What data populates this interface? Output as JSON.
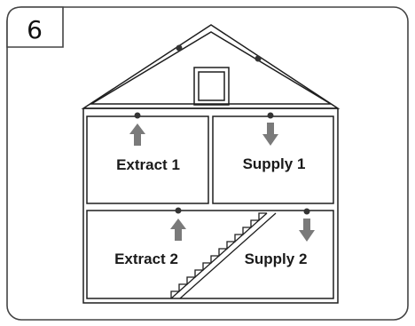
{
  "step": {
    "number": "6"
  },
  "rooms": [
    {
      "key": "extract1",
      "label": "Extract 1",
      "direction": "up"
    },
    {
      "key": "supply1",
      "label": "Supply 1",
      "direction": "down"
    },
    {
      "key": "extract2",
      "label": "Extract 2",
      "direction": "up"
    },
    {
      "key": "supply2",
      "label": "Supply 2",
      "direction": "down"
    }
  ],
  "colors": {
    "arrow": "#7a7a7a",
    "line": "#1e1e1e",
    "dot": "#333333",
    "frame": "#444444"
  }
}
